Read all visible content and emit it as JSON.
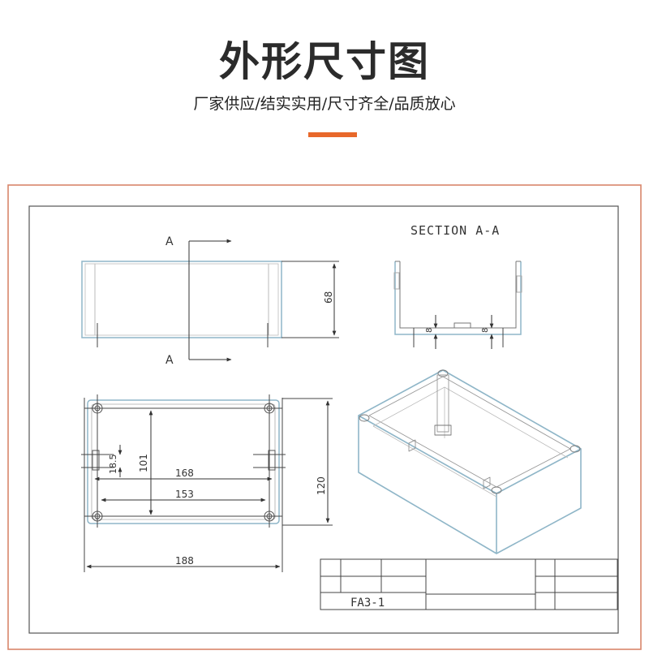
{
  "header": {
    "title": "外形尺寸图",
    "subtitle": "厂家供应/结实实用/尺寸齐全/品质放心"
  },
  "colors": {
    "accent": "#e8682a",
    "frame": "#d9856a",
    "line": "#333333",
    "body_edge": "#8fb6c8"
  },
  "drawing": {
    "section_label": "SECTION A-A",
    "cut_label_top": "A",
    "cut_label_bottom": "A",
    "dimensions": {
      "height": "68",
      "wall": "8",
      "hole_spacing_v": "18.5",
      "inner_height": "101",
      "outer_height": "120",
      "inner_width": "168",
      "hole_spacing_h": "153",
      "outer_width": "188"
    },
    "part_number": "FA3-1"
  }
}
